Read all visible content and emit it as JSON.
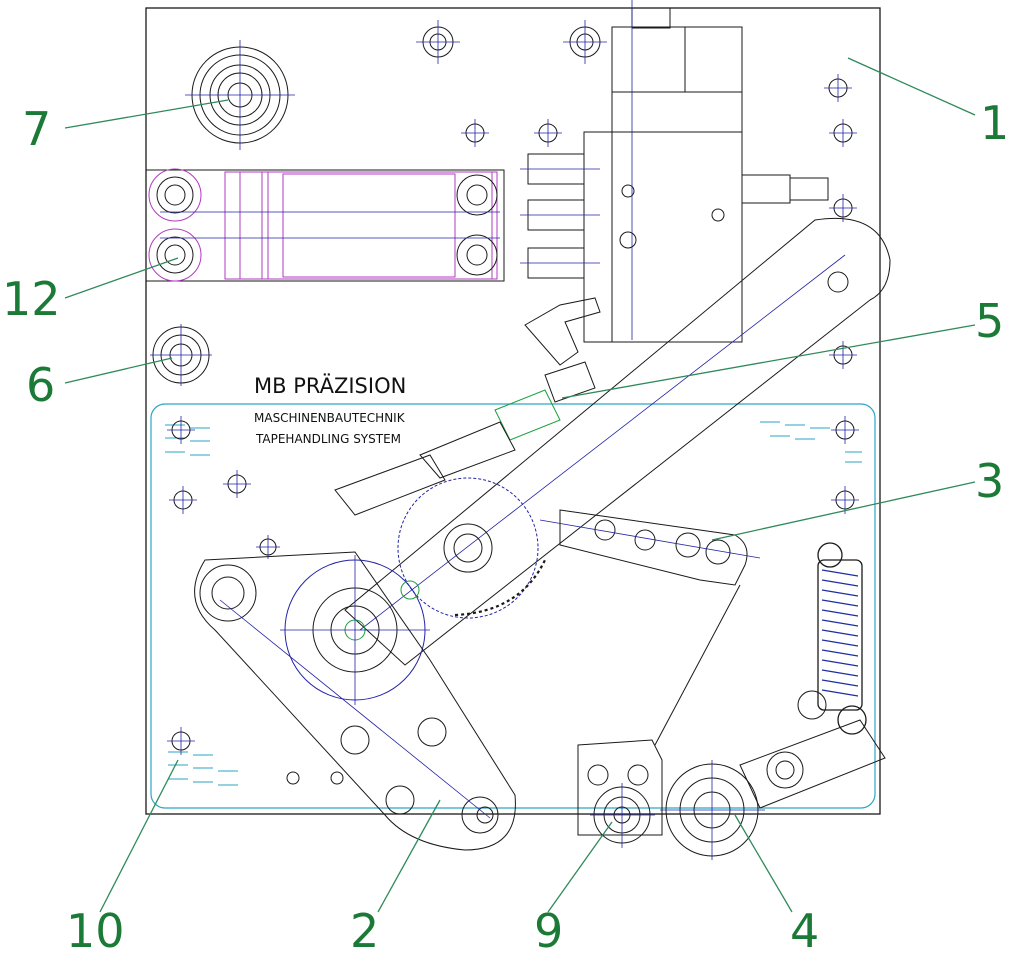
{
  "brand": {
    "title": "MB PRÄZISION",
    "line1": "MASCHINENBAUTECHNIK",
    "line2": "TAPEHANDLING SYSTEM"
  },
  "callouts": {
    "c1": "1",
    "c2": "2",
    "c3": "3",
    "c4": "4",
    "c5": "5",
    "c6": "6",
    "c7": "7",
    "c9": "9",
    "c10": "10",
    "c12": "12"
  },
  "colors": {
    "outline": "#1a1a1a",
    "centerline": "#2323a8",
    "callout": "#1b7a36",
    "leader": "#2f8a5a",
    "cover": "#2aa6c4",
    "accent": "#b23ac0",
    "spring": "#1e2fa0"
  }
}
